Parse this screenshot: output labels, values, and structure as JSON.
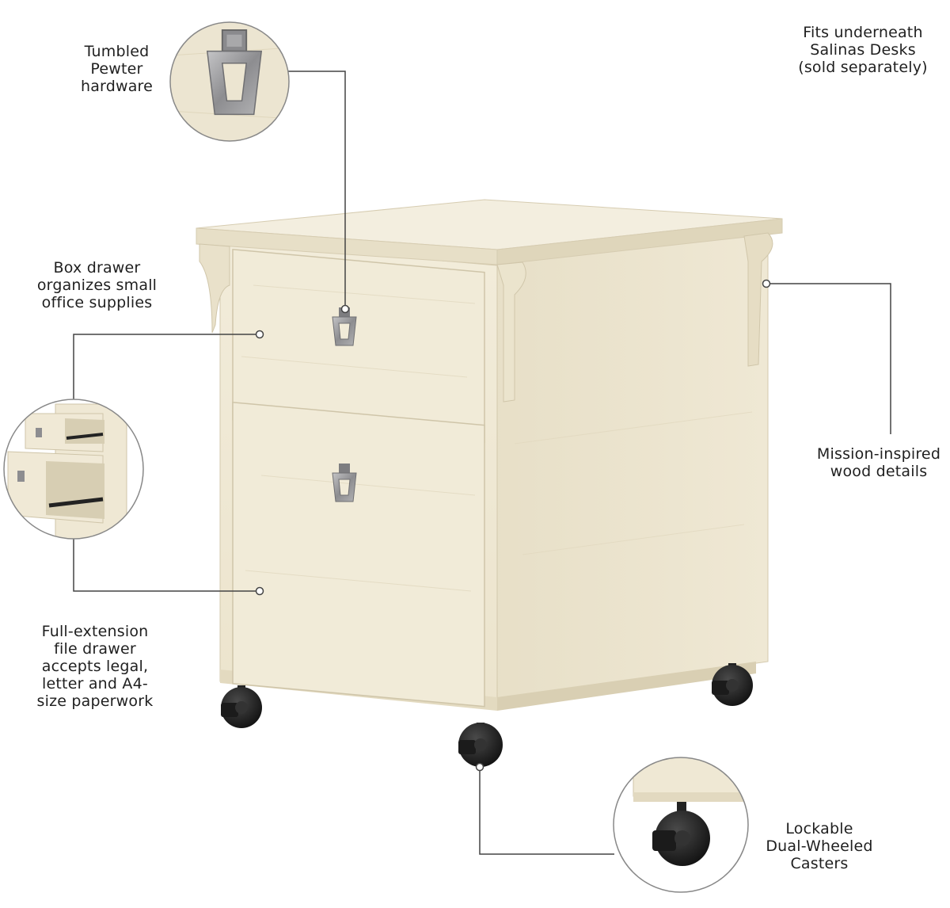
{
  "callouts": {
    "hardware": {
      "lines": [
        "Tumbled",
        "Pewter",
        "hardware"
      ]
    },
    "desk_fit": {
      "lines": [
        "Fits underneath",
        "Salinas Desks",
        "(sold separately)"
      ]
    },
    "box_drawer": {
      "lines": [
        "Box drawer",
        "organizes small",
        "office supplies"
      ]
    },
    "mission": {
      "lines": [
        "Mission-inspired",
        "wood details"
      ]
    },
    "file_drawer": {
      "lines": [
        "Full-extension",
        "file drawer",
        "accepts legal,",
        "letter and A4-",
        "size paperwork"
      ]
    },
    "casters": {
      "lines": [
        "Lockable",
        "Dual-Wheeled",
        "Casters"
      ]
    }
  },
  "colors": {
    "wood": "#efe8d4",
    "wood_shadow": "#ddd4bb",
    "pewter": "#9a9a9c",
    "caster": "#1a1a1a",
    "leader_line": "#444444"
  }
}
